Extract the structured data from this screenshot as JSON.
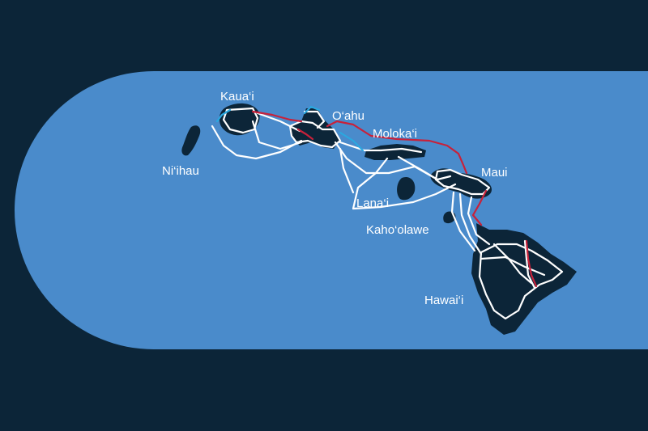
{
  "map": {
    "islands": [
      {
        "id": "niihau",
        "label": "Ni‘ihau"
      },
      {
        "id": "kauai",
        "label": "Kaua‘i"
      },
      {
        "id": "oahu",
        "label": "O‘ahu"
      },
      {
        "id": "molokai",
        "label": "Moloka‘i"
      },
      {
        "id": "lanai",
        "label": "Lana‘i"
      },
      {
        "id": "kahoolawe",
        "label": "Kaho‘olawe"
      },
      {
        "id": "maui",
        "label": "Maui"
      },
      {
        "id": "hawaii",
        "label": "Hawai‘i"
      }
    ]
  },
  "colors": {
    "background": "#0c2538",
    "panel": "#4a8bcb",
    "land": "#0c2538",
    "route_primary": "#ffffff",
    "route_highlight_red": "#c8213a",
    "route_highlight_blue": "#2aa8e0",
    "label_text": "#ffffff"
  }
}
